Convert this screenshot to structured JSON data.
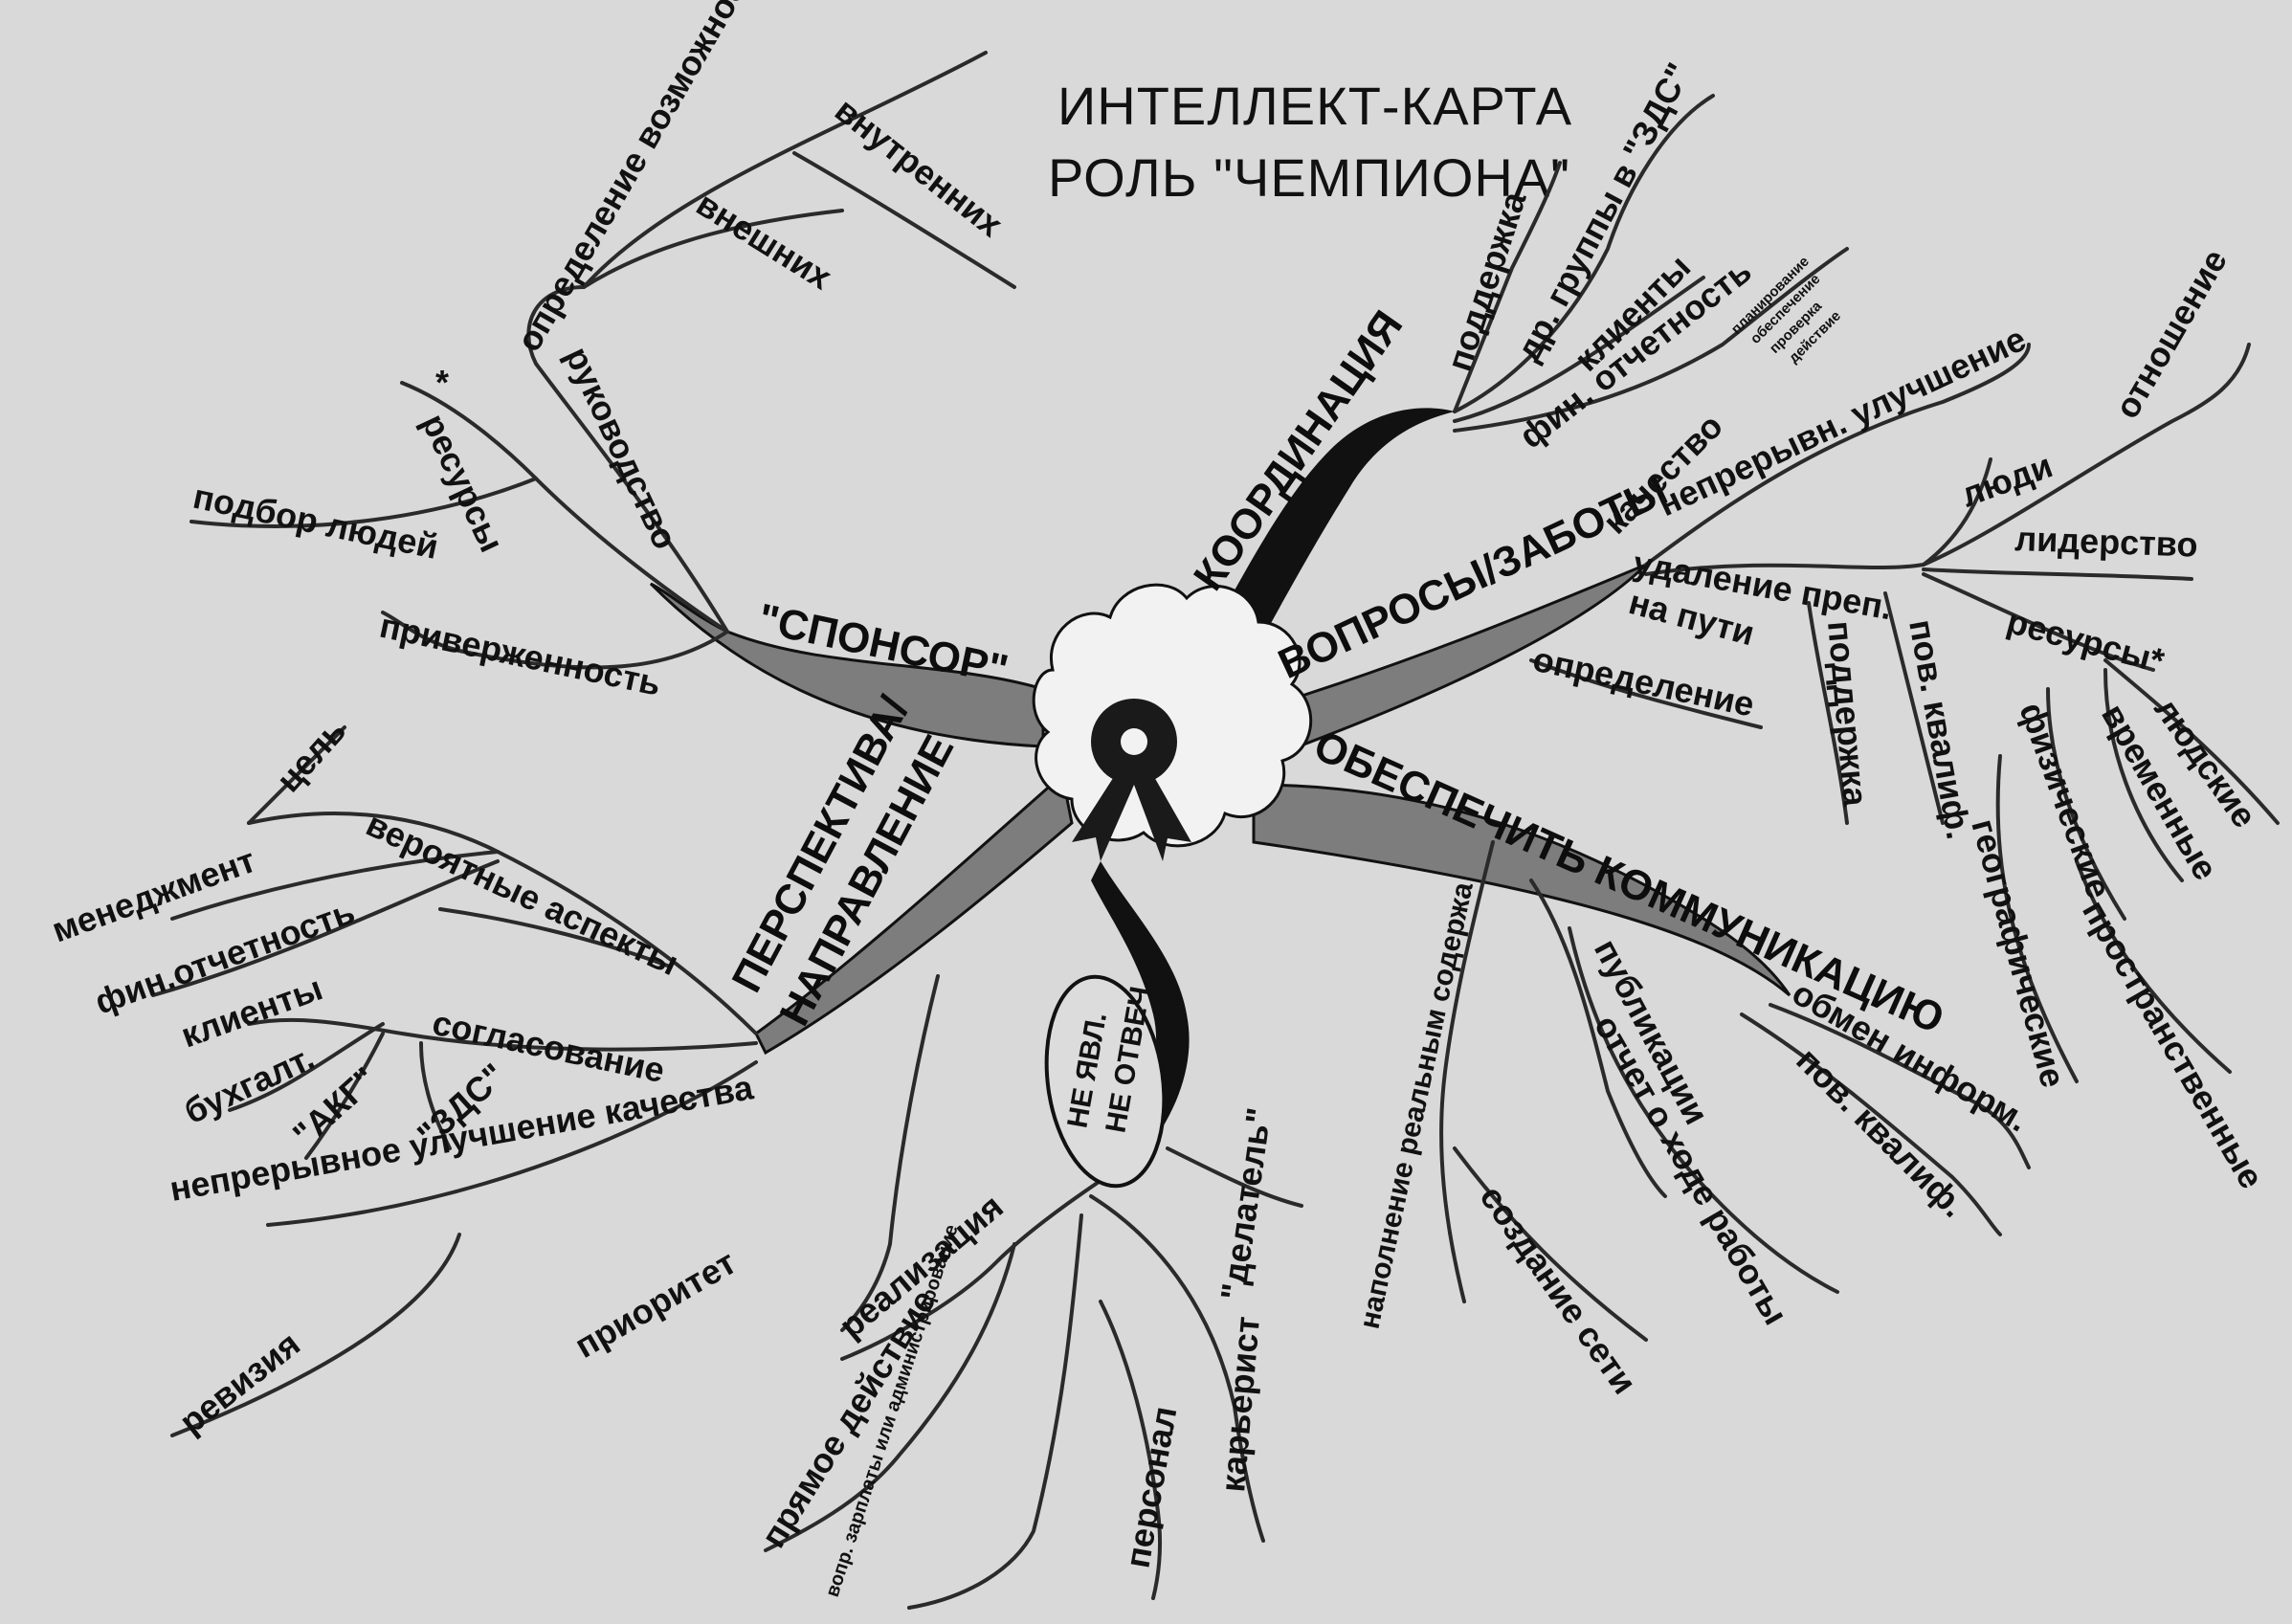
{
  "title": {
    "line1": "ИНТЕЛЛЕКТ-КАРТА",
    "line2": "РОЛЬ \"ЧЕМПИОНА\""
  },
  "branches": {
    "sponsor": {
      "label": "\"СПОНСОР\"",
      "items": {
        "opportunities": "определение  возможностей",
        "internal": "внутренних",
        "external": "внешних",
        "management": "руководство",
        "resources": "ресурсы",
        "resources_star": "*",
        "hiring": "подбор людей",
        "commitment": "приверженность"
      }
    },
    "coordination": {
      "label": "КООРДИНАЦИЯ",
      "items": {
        "support": "поддержка",
        "other_groups": "др. группы в \"ЗДС\"",
        "clients": "клиенты",
        "fin_reporting": "фин. отчетность",
        "planning": "планирование",
        "provision": "обеспечение",
        "check": "проверка",
        "action": "действие"
      }
    },
    "concerns": {
      "label": "ВОПРОСЫ/ЗАБОТЫ",
      "items": {
        "quality": "качество",
        "continuous_improvement": "непрерывн. улучшение",
        "removal": "удаление преп.",
        "on_the_way": "на пути",
        "definition": "определение",
        "people": "люди",
        "relationship": "отношение",
        "leadership": "лидерство",
        "support": "поддержка",
        "qualification": "пов. квалиф.",
        "resources": "ресурсы*",
        "human": "людские",
        "temporal": "временные",
        "physical": "физические",
        "geographic": "географические",
        "spatial": "пространственные"
      }
    },
    "communications": {
      "label": "ОБЕСПЕЧИТЬ КОММУНИКАЦИЮ",
      "items": {
        "filling": "наполнение реальным содержа",
        "networking": "создание сети",
        "publications": "публикации",
        "progress_report": "отчет о ходе работы",
        "info_exchange": "обмен информ.",
        "qualification": "пов. квалиф."
      }
    },
    "perspective": {
      "label_line1": "ПЕРСПЕКТИВА/",
      "label_line2": "НАПРАВЛЕНИЕ",
      "items": {
        "goal": "цель",
        "management": "менеджмент",
        "fin_reporting": "фин.отчетность",
        "clients": "клиенты",
        "likely_aspects": "вероятные аспекты",
        "accountant": "бухгалт.",
        "akg": "\"АКГ\"",
        "zds": "\"ЗДС\"",
        "agreement": "согласование",
        "continuous_quality": "непрерывное улучшение качества",
        "revision": "ревизия",
        "priority": "приоритет"
      }
    },
    "doer": {
      "label": "\"делатель\"",
      "note_line1": "НЕ ЯВЛ.",
      "note_line2": "НЕ ОТВЕЧ.",
      "items": {
        "implementation": "реализация",
        "direct_action": "прямое действие",
        "salary_admin": "вопр. зарплаты или администрирование",
        "personnel": "персонал",
        "careerist": "карьерист"
      }
    }
  }
}
